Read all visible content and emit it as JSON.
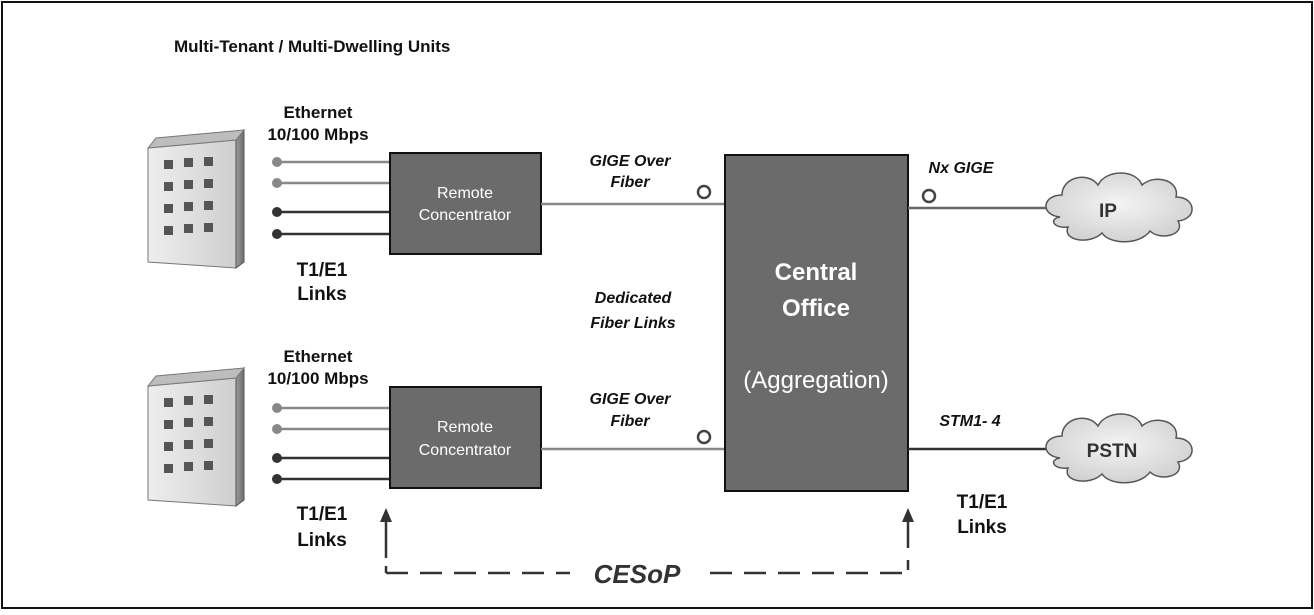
{
  "title": "Multi-Tenant / Multi-Dwelling Units",
  "top_site": {
    "ethernet_label_1": "Ethernet",
    "ethernet_label_2": "10/100 Mbps",
    "t1e1_label_1": "T1/E1",
    "t1e1_label_2": "Links",
    "concentrator_label_1": "Remote",
    "concentrator_label_2": "Concentrator",
    "uplink_label_1": "GIGE Over",
    "uplink_label_2": "Fiber"
  },
  "bottom_site": {
    "ethernet_label_1": "Ethernet",
    "ethernet_label_2": "10/100 Mbps",
    "t1e1_label_1": "T1/E1",
    "t1e1_label_2": "Links",
    "concentrator_label_1": "Remote",
    "concentrator_label_2": "Concentrator",
    "uplink_label_1": "GIGE Over",
    "uplink_label_2": "Fiber"
  },
  "dedicated_label_1": "Dedicated",
  "dedicated_label_2": "Fiber Links",
  "central_office": {
    "line1": "Central",
    "line2": "Office",
    "line3": "(Aggregation)"
  },
  "ip_link_label": "Nx GIGE",
  "ip_cloud_label": "IP",
  "pstn_link_label": "STM1- 4",
  "pstn_cloud_label": "PSTN",
  "co_t1e1_label_1": "T1/E1",
  "co_t1e1_label_2": "Links",
  "cesop_label": "CESoP",
  "colors": {
    "box_fill": "#6b6b6b",
    "box_stroke": "#111111",
    "line_dark": "#333333",
    "line_light": "#888888",
    "cloud_fill": "#dcdcdc"
  }
}
